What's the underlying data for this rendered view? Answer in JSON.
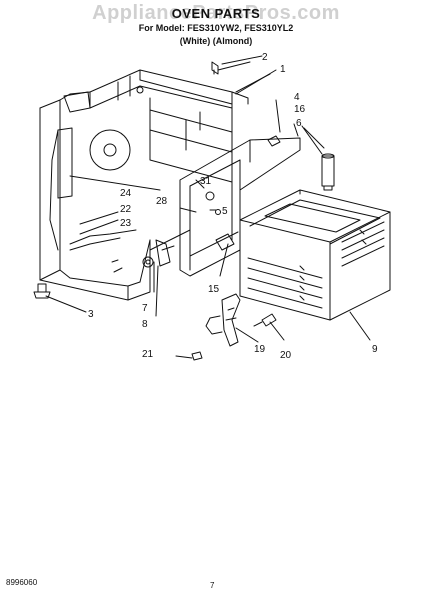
{
  "header": {
    "watermark": "AppliancePartsPros.com",
    "title": "OVEN PARTS",
    "subtitle": "For Model: FES310YW2, FES310YL2",
    "variant": "(White)   (Almond)"
  },
  "callouts": [
    {
      "id": "1",
      "label": "1"
    },
    {
      "id": "2",
      "label": "2"
    },
    {
      "id": "3",
      "label": "3"
    },
    {
      "id": "4",
      "label": "4"
    },
    {
      "id": "5",
      "label": "5"
    },
    {
      "id": "6",
      "label": "6"
    },
    {
      "id": "7",
      "label": "7"
    },
    {
      "id": "8",
      "label": "8"
    },
    {
      "id": "9",
      "label": "9"
    },
    {
      "id": "15",
      "label": "15"
    },
    {
      "id": "16",
      "label": "16"
    },
    {
      "id": "19",
      "label": "19"
    },
    {
      "id": "20",
      "label": "20"
    },
    {
      "id": "21",
      "label": "21"
    },
    {
      "id": "22",
      "label": "22"
    },
    {
      "id": "23",
      "label": "23"
    },
    {
      "id": "24",
      "label": "24"
    },
    {
      "id": "28",
      "label": "28"
    },
    {
      "id": "31",
      "label": "31"
    }
  ],
  "footer": {
    "code": "8996060",
    "page": "7"
  }
}
